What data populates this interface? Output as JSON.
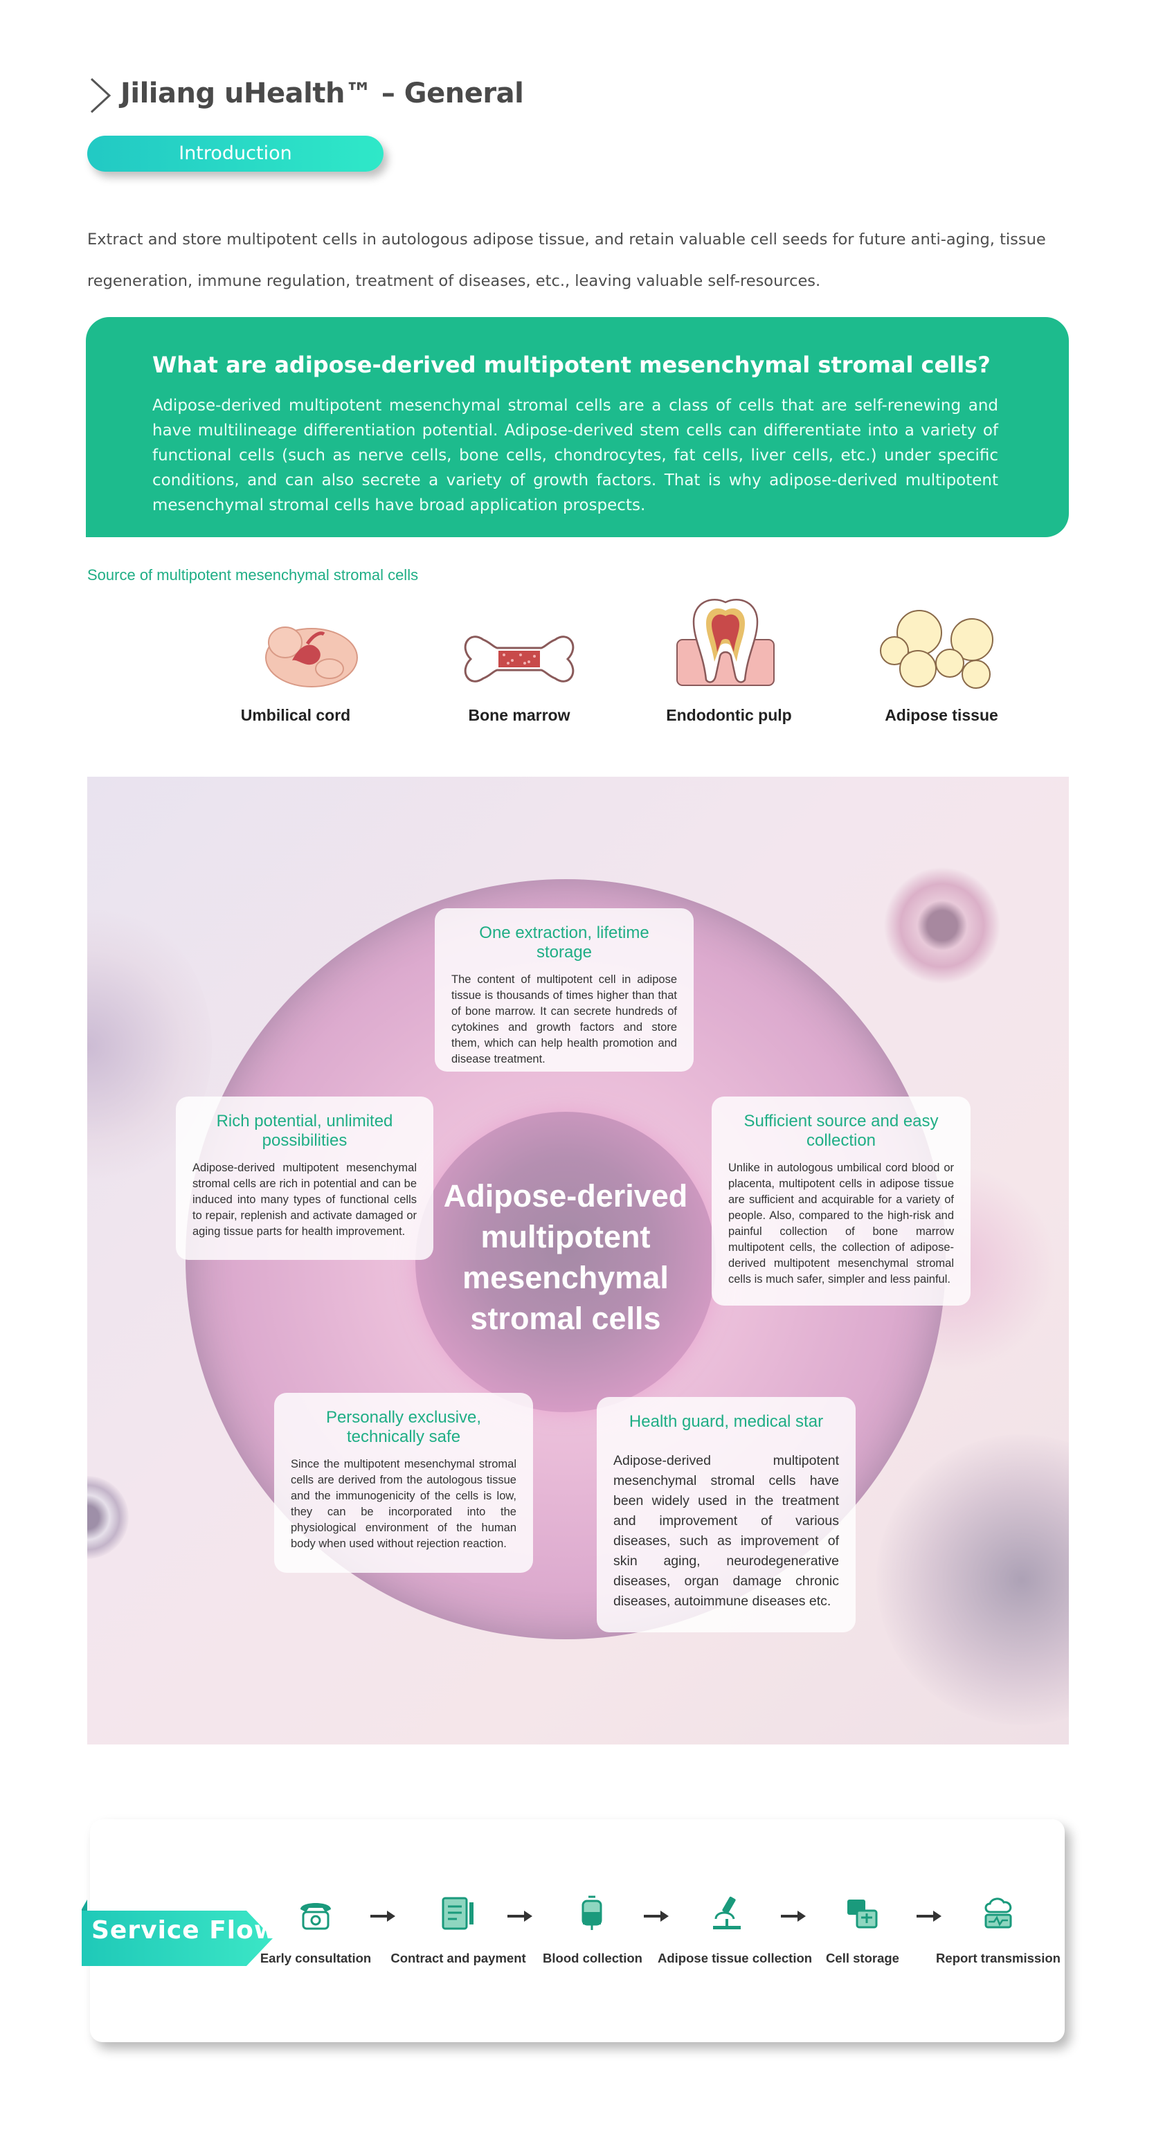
{
  "header": {
    "title": "Jiliang uHealth™ – General",
    "intro_tab": "Introduction",
    "intro_text": "Extract and store multipotent cells in autologous adipose tissue, and retain valuable cell seeds for future anti-aging, tissue regeneration, immune regulation, treatment of diseases, etc., leaving valuable self-resources."
  },
  "definition": {
    "title": "What are adipose-derived multipotent mesenchymal stromal cells?",
    "text": "Adipose-derived multipotent mesenchymal stromal cells are a class of cells that are self-renewing and have multilineage differentiation potential. Adipose-derived stem cells can differentiate into a variety of functional cells (such as nerve cells, bone cells, chondrocytes, fat cells, liver cells, etc.) under specific conditions, and can also secrete a variety of growth factors. That is why adipose-derived multipotent mesenchymal stromal cells have broad application prospects."
  },
  "sources": {
    "heading": "Source of multipotent mesenchymal stromal cells",
    "items": [
      {
        "label": "Umbilical cord",
        "icon": "umbilical-cord-icon"
      },
      {
        "label": "Bone marrow",
        "icon": "bone-icon"
      },
      {
        "label": "Endodontic pulp",
        "icon": "tooth-icon"
      },
      {
        "label": "Adipose tissue",
        "icon": "fat-cells-icon"
      }
    ]
  },
  "cell_panel": {
    "center_title": "Adipose-derived multipotent mesenchymal stromal cells",
    "cards": [
      {
        "title": "One extraction, lifetime storage",
        "text": "The content of multipotent cell in adipose tissue is thousands of times higher than that of bone marrow. It can secrete hundreds of cytokines and growth factors and store them, which can help health promotion and disease treatment."
      },
      {
        "title": "Rich potential, unlimited possibilities",
        "text": "Adipose-derived multipotent mesenchymal stromal cells are rich in potential and can be induced into many types of functional cells to repair, replenish and activate damaged or aging tissue parts for health improvement."
      },
      {
        "title": "Sufficient source and easy collection",
        "text": "Unlike in autologous umbilical cord blood or placenta, multipotent cells in adipose tissue are sufficient and acquirable for a variety of people. Also, compared to the high-risk and painful collection of bone marrow multipotent cells, the collection of adipose-derived multipotent mesenchymal stromal cells is much safer, simpler and less painful."
      },
      {
        "title": "Personally exclusive, technically safe",
        "text": "Since the multipotent mesenchymal stromal cells are derived from the autologous tissue and the immunogenicity of the cells is low, they can be incorporated into the physiological environment of the human body when used without rejection reaction."
      },
      {
        "title": "Health guard, medical star",
        "text": "Adipose-derived multipotent mesenchymal stromal cells have been widely used in the treatment and improvement of various diseases, such as improvement of skin aging, neurodegenerative diseases, organ damage chronic diseases, autoimmune diseases etc."
      }
    ]
  },
  "service_flow": {
    "label": "Service Flow",
    "colors": {
      "accent": "#1fc9b8",
      "icon": "#1a9a7c"
    },
    "steps": [
      {
        "label": "Early consultation",
        "icon": "telephone-icon"
      },
      {
        "label": "Contract and payment",
        "icon": "contract-icon"
      },
      {
        "label": "Blood collection",
        "icon": "blood-bag-icon"
      },
      {
        "label": "Adipose tissue collection",
        "icon": "microscope-icon"
      },
      {
        "label": "Cell storage",
        "icon": "storage-icon"
      },
      {
        "label": "Report transmission",
        "icon": "cloud-report-icon"
      }
    ]
  }
}
